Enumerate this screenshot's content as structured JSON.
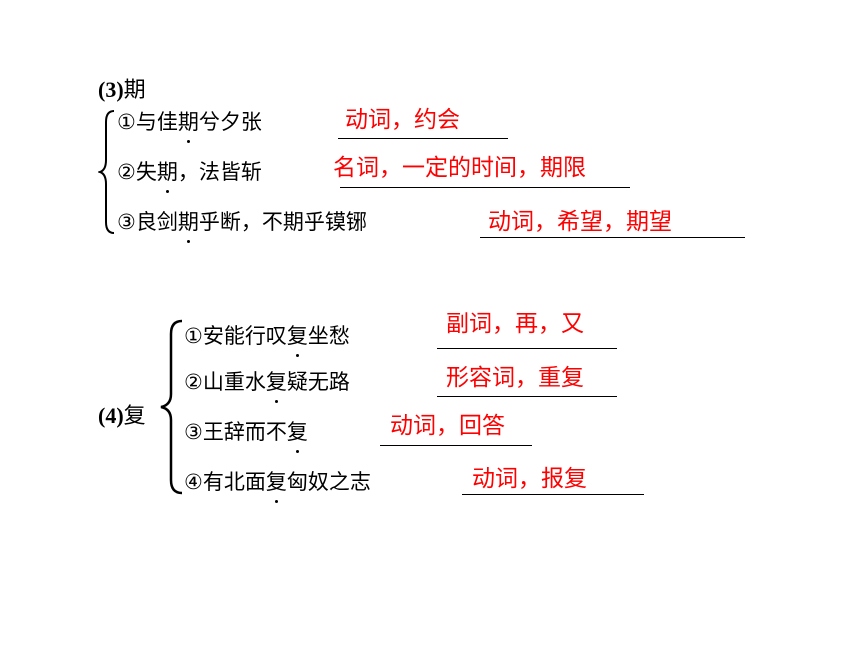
{
  "section3": {
    "label": "(3)",
    "char": "期",
    "items": [
      {
        "pre": "①与佳",
        "dot": "期",
        "post": "兮夕张",
        "answer": "动词，约会"
      },
      {
        "pre": "②失",
        "dot": "期",
        "post": "，法皆斩",
        "answer": "名词，一定的时间，期限"
      },
      {
        "pre": "③良剑",
        "dot": "期",
        "post": "乎断，不期乎镆铘",
        "answer": "动词，希望，期望"
      }
    ]
  },
  "section4": {
    "label": "(4)",
    "char": "复",
    "items": [
      {
        "pre": "①安能行叹",
        "dot": "复",
        "post": "坐愁",
        "answer": "副词，再，又"
      },
      {
        "pre": "②山重水",
        "dot": "复",
        "post": "疑无路",
        "answer": "形容词，重复"
      },
      {
        "pre": "③王辞而不",
        "dot": "复",
        "post": "",
        "answer": "动词，回答"
      },
      {
        "pre": "④有北面",
        "dot": "复",
        "post": "匈奴之志",
        "answer": "动词，报复"
      }
    ]
  },
  "colors": {
    "answer": "#ff0000",
    "text": "#000000"
  }
}
